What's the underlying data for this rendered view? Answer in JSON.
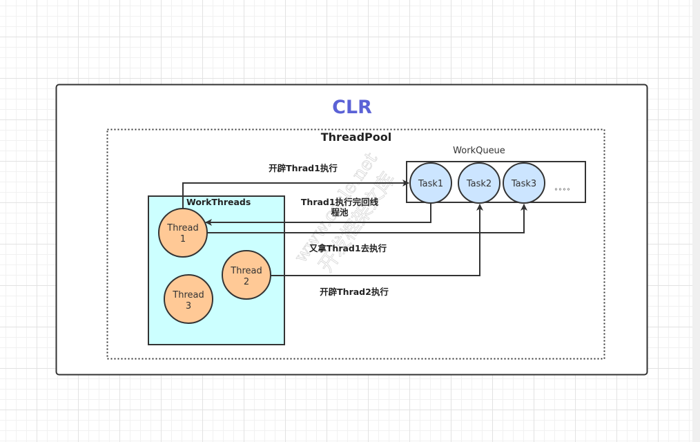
{
  "diagram": {
    "clr_title": "CLR",
    "threadpool_title": "ThreadPool",
    "workqueue": {
      "title": "WorkQueue",
      "tasks": [
        "Task1",
        "Task2",
        "Task3"
      ],
      "ellipsis": "。。。。"
    },
    "workthreads": {
      "title": "WorkThreads",
      "threads": [
        {
          "line1": "Thread",
          "line2": "1"
        },
        {
          "line1": "Thread",
          "line2": "2"
        },
        {
          "line1": "Thread",
          "line2": "3"
        }
      ]
    },
    "edges": {
      "open_thread1": "开辟Thrad1执行",
      "thread1_return_line1": "Thrad1执行完回线",
      "thread1_return_line2": "程池",
      "reuse_thread1": "又拿Thrad1去执行",
      "open_thread2": "开辟Thrad2执行"
    },
    "watermark": {
      "line1": "www.cssle.net",
      "line2": "开发框架文库"
    },
    "colors": {
      "clr_title": "#5b62d6",
      "thread_fill": "#ffc996",
      "task_fill": "#cce5ff",
      "workthreads_fill": "#ccffff",
      "stroke": "#333333"
    }
  }
}
